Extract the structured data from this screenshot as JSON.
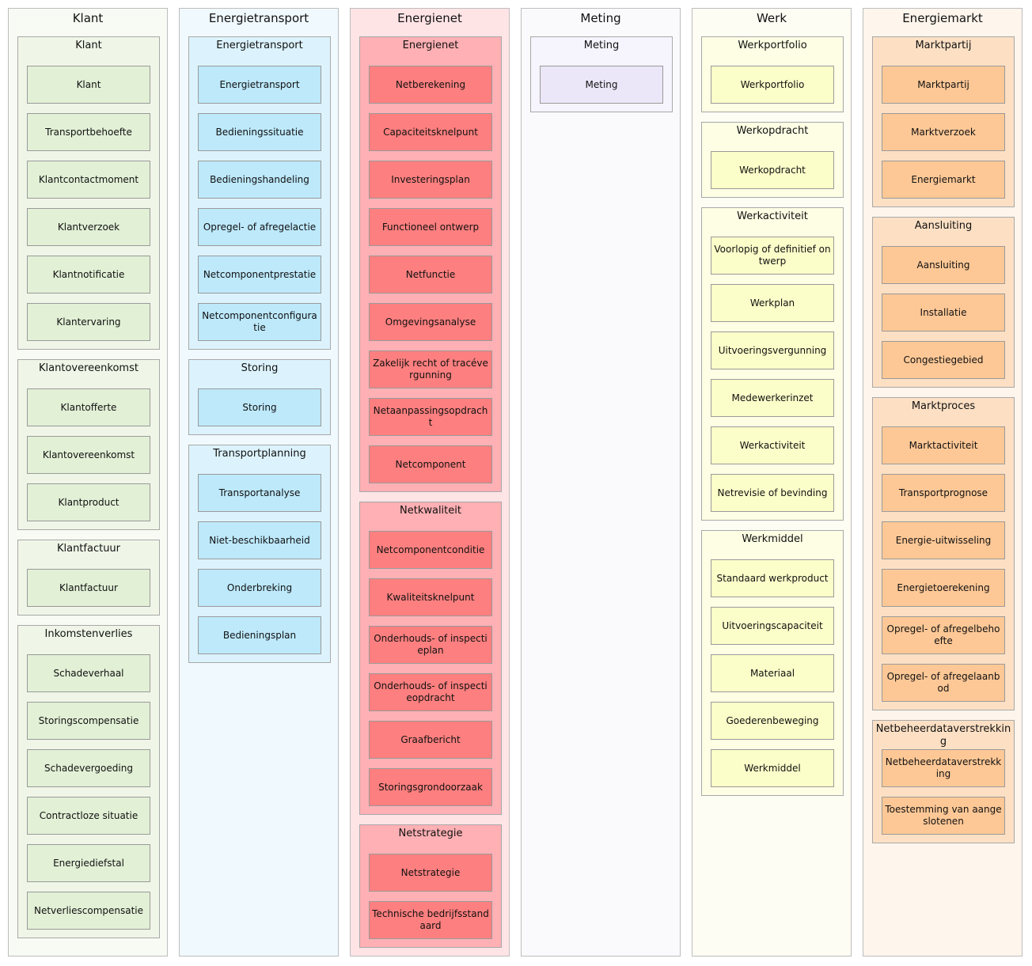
{
  "colors": {
    "klant": {
      "column": "#f8fbf3",
      "group": "#eff6e7",
      "box": "#e2f0d6"
    },
    "energietransport": {
      "column": "#f0f9fe",
      "group": "#dcf3fd",
      "box": "#bde9fb"
    },
    "energienet": {
      "column": "#ffe4e6",
      "group": "#feb0b4",
      "box": "#fe7f7f"
    },
    "meting": {
      "column": "#fafafc",
      "group": "#f6f4fd",
      "box": "#ebe7f8"
    },
    "werk": {
      "column": "#fdfdf4",
      "group": "#fefee4",
      "box": "#fcfec9"
    },
    "energiemarkt": {
      "column": "#fef5ec",
      "group": "#fde0c4",
      "box": "#fec896"
    }
  },
  "columns": [
    {
      "key": "klant",
      "title": "Klant",
      "groups": [
        {
          "title": "Klant",
          "items": [
            "Klant",
            "Transportbehoefte",
            "Klantcontactmoment",
            "Klantverzoek",
            "Klantnotificatie",
            "Klantervaring"
          ]
        },
        {
          "title": "Klantovereenkomst",
          "items": [
            "Klantofferte",
            "Klantovereenkomst",
            "Klantproduct"
          ]
        },
        {
          "title": "Klantfactuur",
          "items": [
            "Klantfactuur"
          ]
        },
        {
          "title": "Inkomstenverlies",
          "items": [
            "Schadeverhaal",
            "Storingscompensatie",
            "Schadevergoeding",
            "Contractloze situatie",
            "Energiediefstal",
            "Netverliescompensatie"
          ]
        }
      ]
    },
    {
      "key": "energietransport",
      "title": "Energietransport",
      "groups": [
        {
          "title": "Energietransport",
          "items": [
            "Energietransport",
            "Bedieningssituatie",
            "Bedieningshandeling",
            "Opregel- of afregelactie",
            "Netcomponentprestatie",
            "Netcomponentconfiguratie"
          ]
        },
        {
          "title": "Storing",
          "items": [
            "Storing"
          ]
        },
        {
          "title": "Transportplanning",
          "items": [
            "Transportanalyse",
            "Niet-beschikbaarheid",
            "Onderbreking",
            "Bedieningsplan"
          ]
        }
      ]
    },
    {
      "key": "energienet",
      "title": "Energienet",
      "groups": [
        {
          "title": "Energienet",
          "items": [
            "Netberekening",
            "Capaciteitsknelpunt",
            "Investeringsplan",
            "Functioneel ontwerp",
            "Netfunctie",
            "Omgevingsanalyse",
            "Zakelijk recht of tracévergunning",
            "Netaanpassingsopdracht",
            "Netcomponent"
          ]
        },
        {
          "title": "Netkwaliteit",
          "items": [
            "Netcomponentconditie",
            "Kwaliteitsknelpunt",
            "Onderhouds- of inspectieplan",
            "Onderhouds- of inspectieopdracht",
            "Graafbericht",
            "Storingsgrondoorzaak"
          ]
        },
        {
          "title": "Netstrategie",
          "items": [
            "Netstrategie",
            "Technische bedrijfsstandaard"
          ]
        }
      ]
    },
    {
      "key": "meting",
      "title": "Meting",
      "groups": [
        {
          "title": "Meting",
          "items": [
            "Meting"
          ]
        }
      ]
    },
    {
      "key": "werk",
      "title": "Werk",
      "groups": [
        {
          "title": "Werkportfolio",
          "items": [
            "Werkportfolio"
          ]
        },
        {
          "title": "Werkopdracht",
          "items": [
            "Werkopdracht"
          ]
        },
        {
          "title": "Werkactiviteit",
          "items": [
            "Voorlopig of definitief ontwerp",
            "Werkplan",
            "Uitvoeringsvergunning",
            "Medewerkerinzet",
            "Werkactiviteit",
            "Netrevisie of bevinding"
          ]
        },
        {
          "title": "Werkmiddel",
          "items": [
            "Standaard werkproduct",
            "Uitvoeringscapaciteit",
            "Materiaal",
            "Goederenbeweging",
            "Werkmiddel"
          ]
        }
      ]
    },
    {
      "key": "energiemarkt",
      "title": "Energiemarkt",
      "groups": [
        {
          "title": "Marktpartij",
          "items": [
            "Marktpartij",
            "Marktverzoek",
            "Energiemarkt"
          ]
        },
        {
          "title": "Aansluiting",
          "items": [
            "Aansluiting",
            "Installatie",
            "Congestiegebied"
          ]
        },
        {
          "title": "Marktproces",
          "items": [
            "Marktactiviteit",
            "Transportprognose",
            "Energie-uitwisseling",
            "Energietoerekening",
            "Opregel- of afregelbehoefte",
            "Opregel- of afregelaanbod"
          ]
        },
        {
          "title": "Netbeheerdataverstrekking",
          "items": [
            "Netbeheerdataverstrekking",
            "Toestemming van aangeslotenen"
          ]
        }
      ]
    }
  ]
}
